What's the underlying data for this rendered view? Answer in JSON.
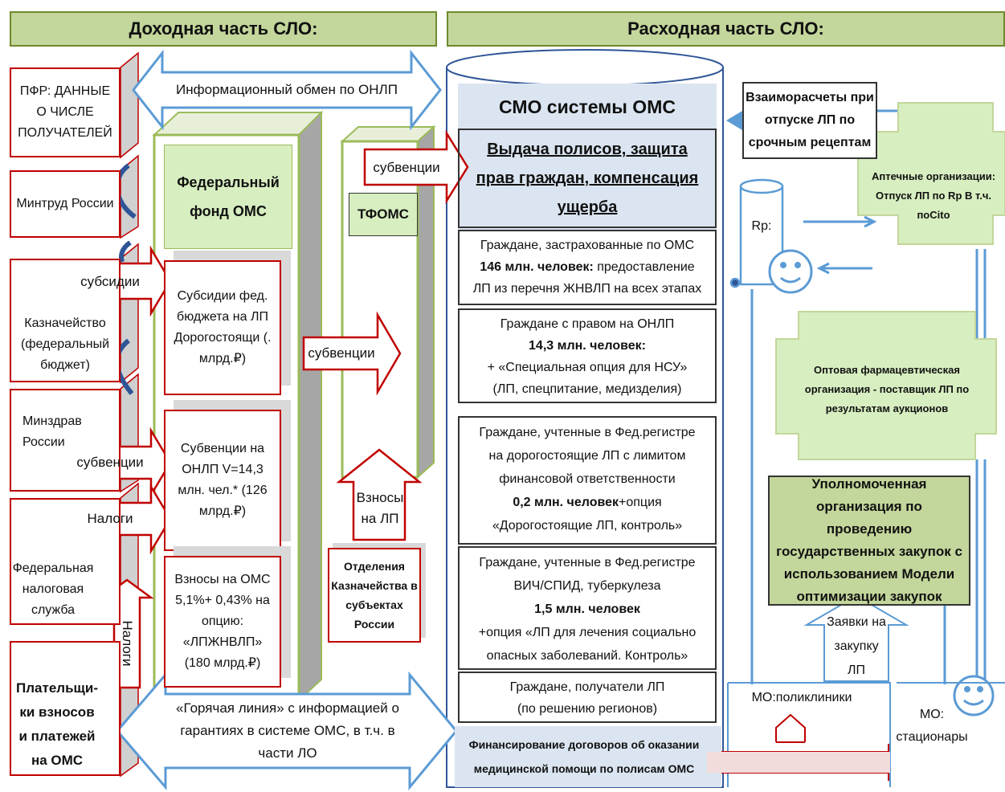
{
  "headers": {
    "income": "Доходная часть СЛО:",
    "expense": "Расходная часть СЛО:"
  },
  "left_column": {
    "pfr": "ПФР: ДАННЫЕ О ЧИСЛЕ ПОЛУЧАТЕЛЕЙ",
    "mintrud": "Минтруд России",
    "treasury": "Казначейство (федеральный бюджет)",
    "minzdrav": "Минздрав России",
    "fns": "Федеральная налоговая служба",
    "payers": "Плательщи-ки взносов и платежей на ОМС"
  },
  "arrows": {
    "info_exchange": "Информационный обмен по ОНЛП",
    "subsidies": "субсидии",
    "subventions_1": "субвенции",
    "taxes_1": "Налоги",
    "taxes_2": "Налоги",
    "subventions_2": "субвенции",
    "subventions_3": "субвенции",
    "contributions": "Взносы на ЛП",
    "hotline": "«Горячая линия» с информацией о гарантиях в системе ОМС, в т.ч. в части ЛО",
    "mutual_settlements": "Взаиморасчеты при отпуске ЛП по срочным рецептам",
    "purchase_requests": "Заявки на закупку ЛП"
  },
  "ffoms": {
    "title": "Федеральный фонд ОМС",
    "subsidies_box": "Субсидии фед. бюджета на ЛП Дорогостоящи (. млрд.₽)",
    "subventions_box": "Субвенции на ОНЛП V=14,3 млн. чел.* (126 млрд.₽)",
    "contributions_box": "Взносы на ОМС 5,1%+ 0,43% на опцию: «ЛПЖНВЛП» (180 млрд.₽)"
  },
  "tfoms": {
    "title": "ТФОМС"
  },
  "treasury_branches": "Отделения Казначейства в субъектах России",
  "smo": {
    "title": "СМО системы ОМС",
    "policies": "Выдача полисов, защита прав граждан, компенсация ущерба",
    "row1": {
      "l1": "Граждане, застрахованные по ОМС",
      "l2b": "146 млн. человек:",
      "l2": " предоставление",
      "l3": "ЛП из перечня ЖНВЛП на всех этапах"
    },
    "row2": {
      "l1": "Граждане с правом на ОНЛП",
      "l2": "14,3 млн. человек:",
      "l3": "+ «Специальная опция для НСУ»",
      "l4": "(ЛП, спецпитание, медизделия)"
    },
    "row3": {
      "l1": "Граждане, учтенные в Фед.регистре",
      "l2": "на дорогостоящие ЛП с лимитом",
      "l3": "финансовой ответственности",
      "l4b": "0,2 млн. человек",
      "l4": "+опция",
      "l5": "«Дорогостоящие ЛП, контроль»"
    },
    "row4": {
      "l1": "Граждане, учтенные в Фед.регистре",
      "l2": "ВИЧ/СПИД, туберкулеза",
      "l3": "1,5 млн. человек",
      "l4": "+опция «ЛП для лечения социально",
      "l5": "опасных заболеваний. Контроль»"
    },
    "row5": {
      "l1": "Граждане, получатели ЛП",
      "l2": "(по решению регионов)"
    },
    "financing": "Финансирование договоров об оказании медицинской помощи по полисам ОМС"
  },
  "right_side": {
    "pharmacies": "Аптечные организации: Отпуск ЛП по Rp В т.ч. поCito",
    "rp_label": "Rp:",
    "wholesale": "Оптовая фармацевтическая организация - поставщик ЛП по результатам аукционов",
    "authorized": "Уполномоченная организация по проведению государственных закупок с использованием Модели оптимизации закупок",
    "mo_clinics": "МО:поликлиники",
    "mo_hospitals": "МО: стационары"
  }
}
